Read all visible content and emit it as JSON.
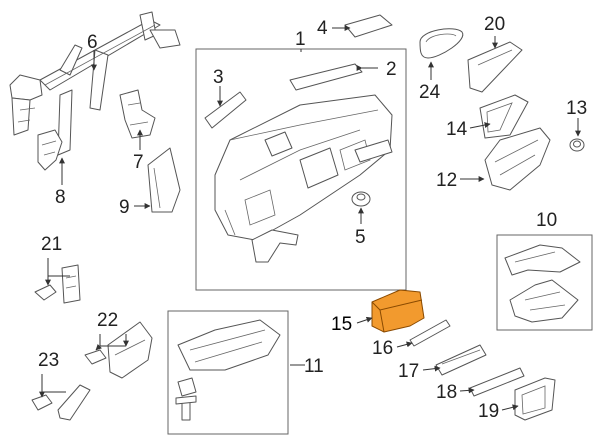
{
  "callouts": {
    "c1": "1",
    "c2": "2",
    "c3": "3",
    "c4": "4",
    "c5": "5",
    "c6": "6",
    "c7": "7",
    "c8": "8",
    "c9": "9",
    "c10": "10",
    "c11": "11",
    "c12": "12",
    "c13": "13",
    "c14": "14",
    "c15": "15",
    "c16": "16",
    "c17": "17",
    "c18": "18",
    "c19": "19",
    "c20": "20",
    "c21": "21",
    "c22": "22",
    "c23": "23",
    "c24": "24"
  },
  "colors": {
    "highlight_fill": "#f29a2e",
    "highlight_stroke": "#8a4a00",
    "line": "#555555"
  }
}
